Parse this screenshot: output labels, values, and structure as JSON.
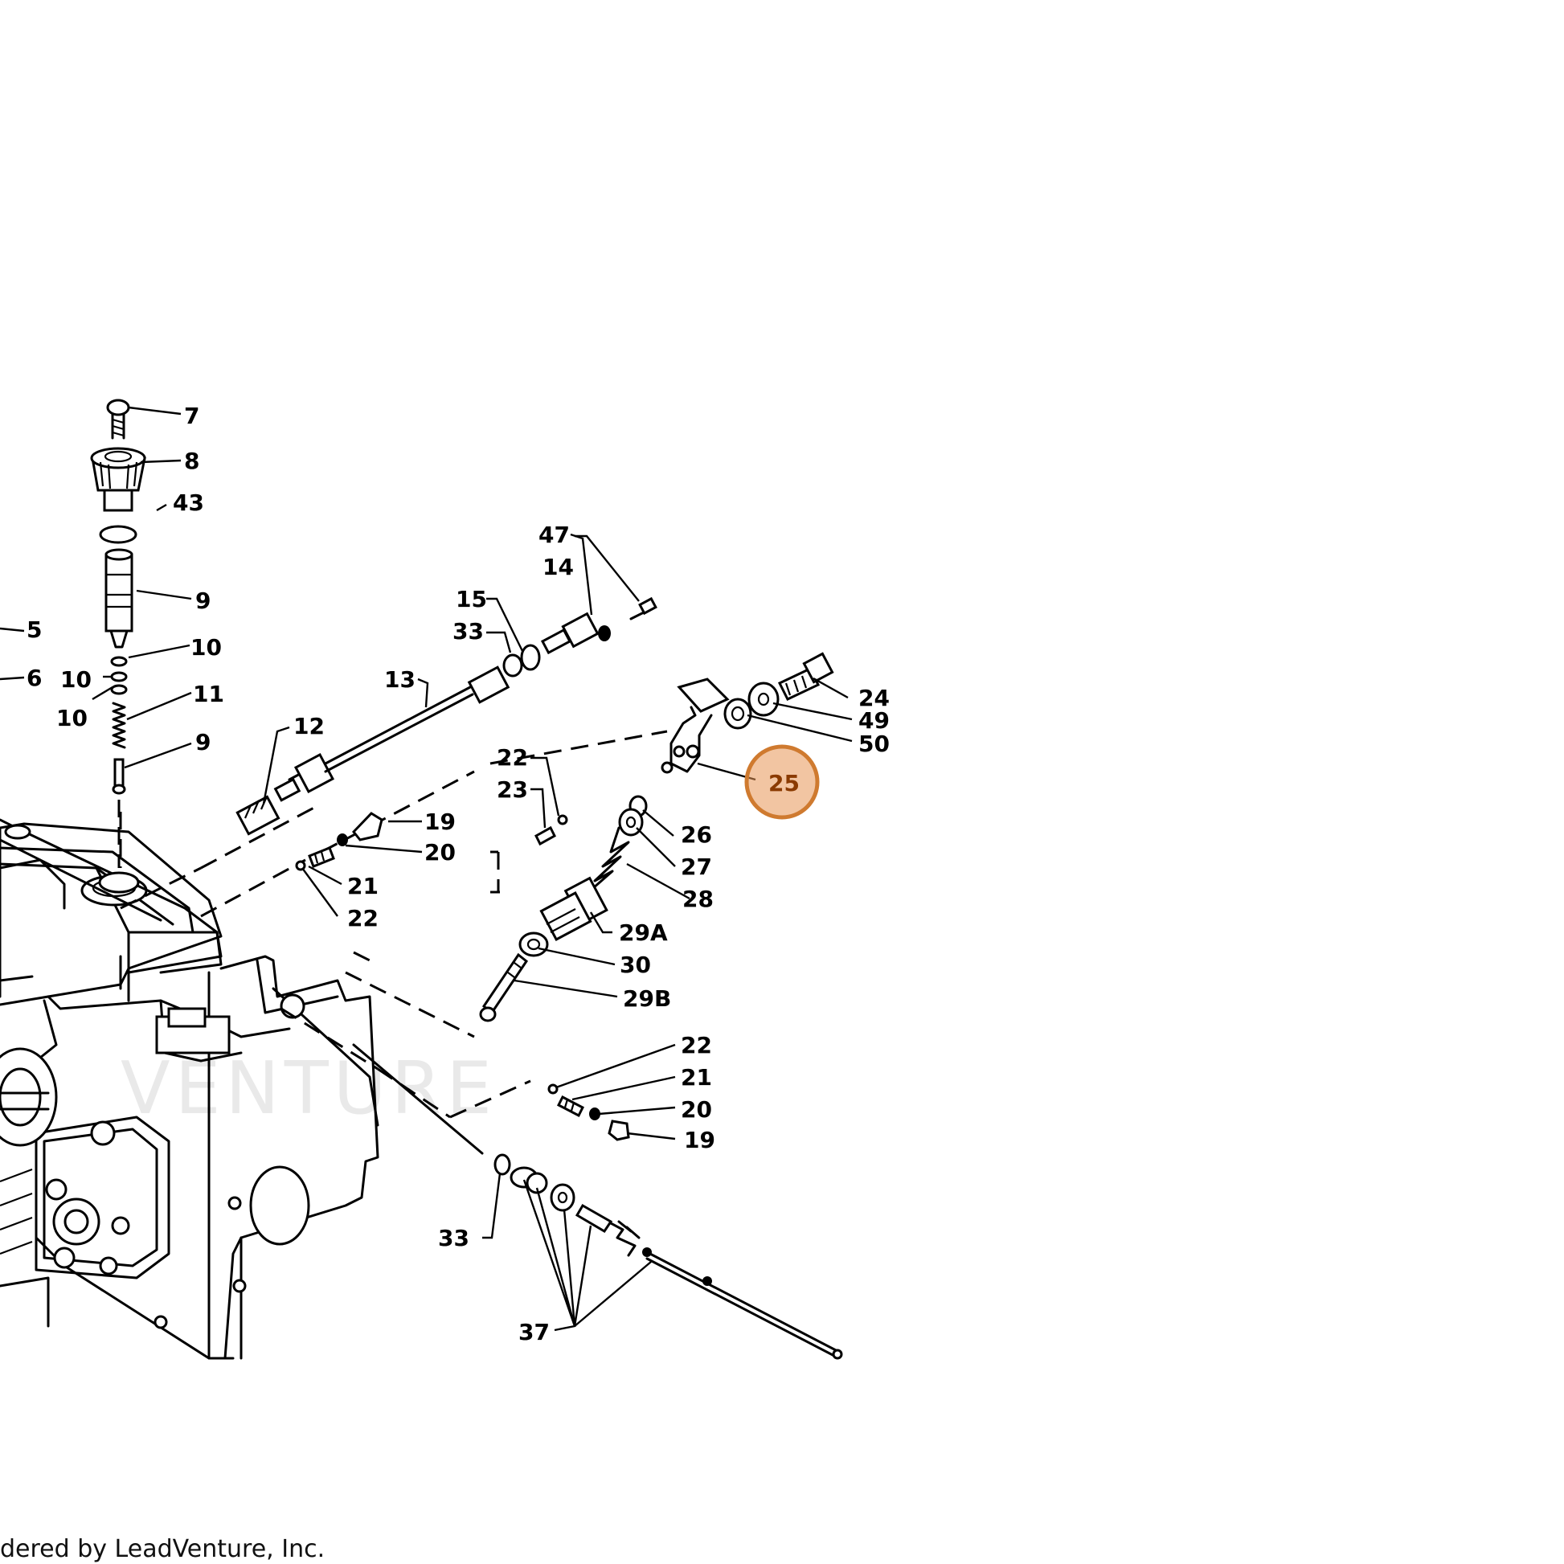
{
  "callouts": {
    "c7": "7",
    "c8": "8",
    "c43": "43",
    "c9a": "9",
    "c10a": "10",
    "c10b": "10",
    "c10c": "10",
    "c11": "11",
    "c9b": "9",
    "c5": "5",
    "c6": "6",
    "c12": "12",
    "c13": "13",
    "c15": "15",
    "c33a": "33",
    "c47": "47",
    "c14": "14",
    "c24": "24",
    "c49": "49",
    "c50": "50",
    "c25": "25",
    "c22a": "22",
    "c23": "23",
    "c26": "26",
    "c27": "27",
    "c28": "28",
    "c29a": "29A",
    "c30": "30",
    "c29b": "29B",
    "c19a": "19",
    "c20a": "20",
    "c21a": "21",
    "c22b": "22",
    "c22c": "22",
    "c21b": "21",
    "c20b": "20",
    "c19b": "19",
    "c33b": "33",
    "c37": "37"
  },
  "highlighted_part": "25",
  "highlight_color": "#e79655",
  "footer_text": "dered by LeadVenture, Inc."
}
